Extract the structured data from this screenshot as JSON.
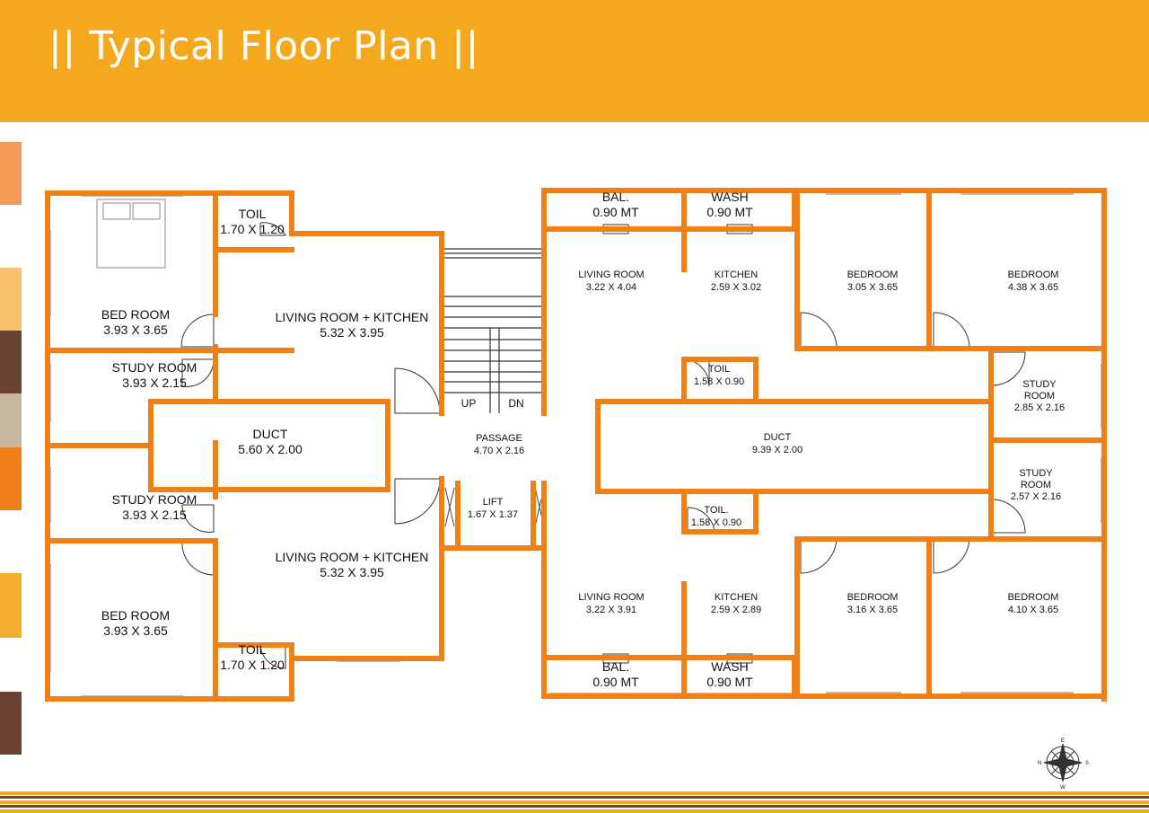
{
  "title": "|| Typical Floor Plan ||",
  "colors": {
    "header": "#F4A81D",
    "wall": "#F07F16",
    "swatches": [
      "#F59A56",
      "#F8C068",
      "#6A4432",
      "#C8B8A2",
      "#F07F1A",
      "#F2AC2E",
      "#6A4030"
    ],
    "stripes": [
      "#F4A81D",
      "#6A4A34",
      "#F4A81D",
      "#6A4A34",
      "#F4A81D"
    ]
  },
  "rooms": [
    {
      "name": "TOIL",
      "size": "1.70 X 1.20"
    },
    {
      "name": "BED ROOM",
      "size": "3.93 X 3.65"
    },
    {
      "name": "LIVING ROOM + KITCHEN",
      "size": "5.32 X 3.95"
    },
    {
      "name": "STUDY ROOM",
      "size": "3.93 X 2.15"
    },
    {
      "name": "DUCT",
      "size": "5.60 X 2.00"
    },
    {
      "name": "STUDY ROOM",
      "size": "3.93 X 2.15"
    },
    {
      "name": "LIVING ROOM + KITCHEN",
      "size": "5.32 X 3.95"
    },
    {
      "name": "BED ROOM",
      "size": "3.93 X 3.65"
    },
    {
      "name": "TOIL",
      "size": "1.70 X 1.20"
    },
    {
      "name": "PASSAGE",
      "size": "4.70 X 2.16"
    },
    {
      "name": "LIFT",
      "size": "1.67 X 1.37"
    },
    {
      "name": "BAL.",
      "size": "0.90 MT"
    },
    {
      "name": "WASH",
      "size": "0.90 MT"
    },
    {
      "name": "LIVING ROOM",
      "size": "3.22 X 4.04"
    },
    {
      "name": "KITCHEN",
      "size": "2.59 X 3.02"
    },
    {
      "name": "BEDROOM",
      "size": "3.05 X 3.65"
    },
    {
      "name": "BEDROOM",
      "size": "4.38 X 3.65"
    },
    {
      "name": "TOIL",
      "size": "1.58 X 0.90"
    },
    {
      "name": "STUDY ROOM",
      "size": "2.85 X 2.16"
    },
    {
      "name": "DUCT",
      "size": "9.39 X 2.00"
    },
    {
      "name": "STUDY ROOM",
      "size": "2.57 X 2.16"
    },
    {
      "name": "TOIL.",
      "size": "1.58 X 0.90"
    },
    {
      "name": "LIVING ROOM",
      "size": "3.22 X 3.91"
    },
    {
      "name": "KITCHEN",
      "size": "2.59 X 2.89"
    },
    {
      "name": "BEDROOM",
      "size": "3.16 X 3.65"
    },
    {
      "name": "BEDROOM",
      "size": "4.10 X 3.65"
    },
    {
      "name": "BAL.",
      "size": "0.90 MT"
    },
    {
      "name": "WASH",
      "size": "0.90 MT"
    }
  ],
  "stairs": {
    "up": "UP",
    "down": "DN"
  },
  "compass": {
    "n": "N",
    "s": "S",
    "e": "E",
    "w": "W"
  }
}
